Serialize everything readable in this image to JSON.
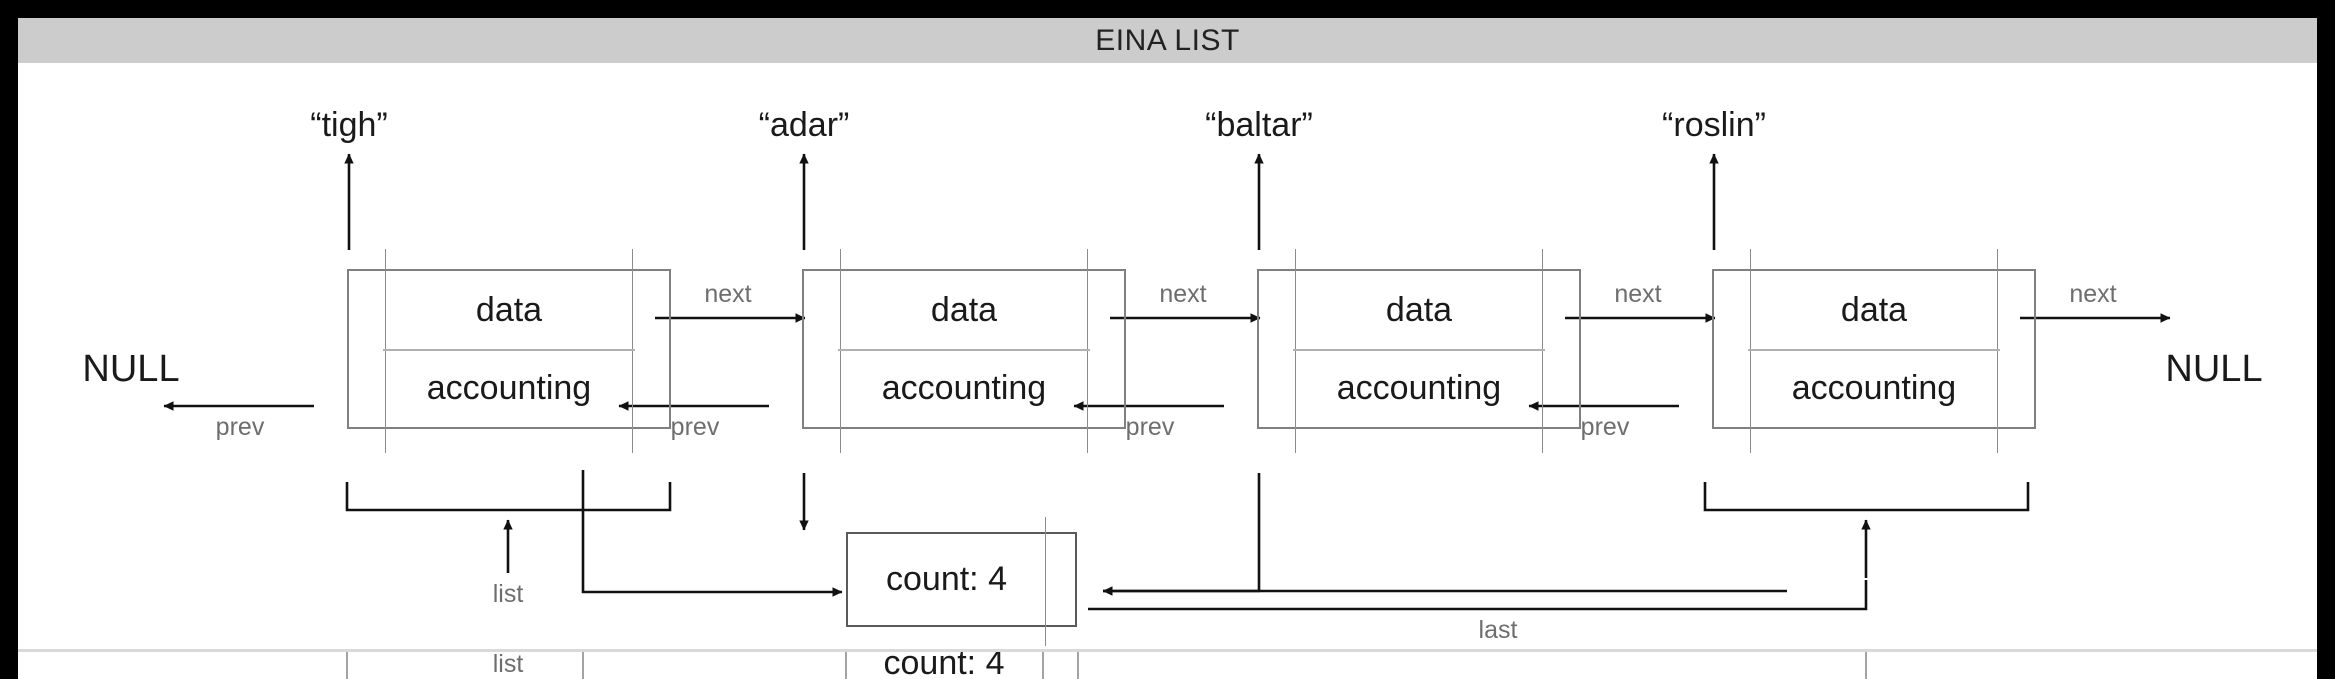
{
  "window": {
    "title": "EINA LIST",
    "background": "#000000",
    "panel_background": "#ffffff",
    "titlebar_background": "#cccccc"
  },
  "diagram": {
    "type": "doubly-linked-list",
    "terminator_left": "NULL",
    "terminator_right": "NULL",
    "node_field_top": "data",
    "node_field_bottom": "accounting",
    "next_label": "next",
    "prev_label": "prev",
    "nodes": [
      {
        "value": "“tigh”"
      },
      {
        "value": "“adar”"
      },
      {
        "value": "“baltar”"
      },
      {
        "value": "“roslin”"
      }
    ],
    "accounting": {
      "count_label": "count: 4",
      "count_value": 4,
      "list_pointer_label": "list",
      "last_pointer_label": "last"
    },
    "repeat_strip": {
      "list_pointer_label": "list",
      "count_label": "count: 4"
    },
    "colors": {
      "line": "#1a1a1a",
      "box_border": "#808080",
      "label_gray": "#6e6e6e",
      "text_dark": "#1a1a1a"
    }
  }
}
